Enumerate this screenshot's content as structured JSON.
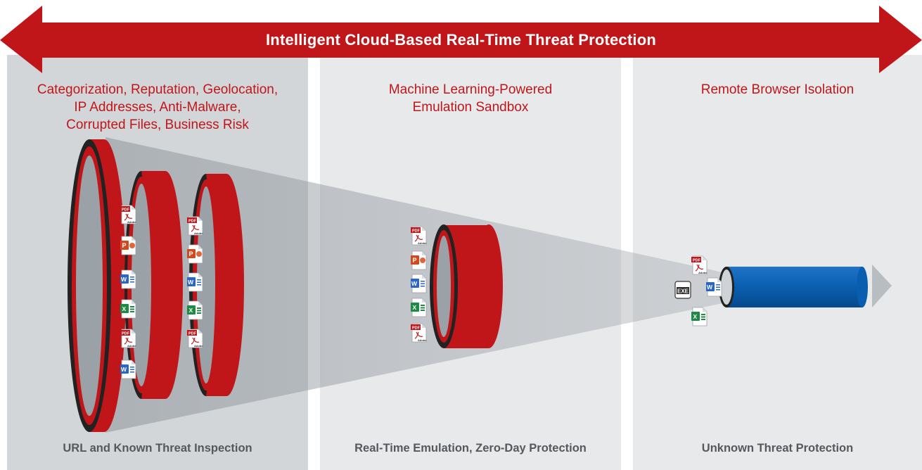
{
  "banner": {
    "title": "Intelligent Cloud-Based Real-Time Threat Protection"
  },
  "columns": [
    {
      "heading": "Categorization, Reputation, Geolocation,\nIP Addresses, Anti-Malware,\nCorrupted Files, Business Risk",
      "footer": "URL and Known Threat Inspection"
    },
    {
      "heading": "Machine Learning-Powered\nEmulation Sandbox",
      "footer": "Real-Time Emulation, Zero-Day Protection"
    },
    {
      "heading": "Remote Browser Isolation",
      "footer": "Unknown Threat Protection"
    }
  ],
  "file_icons": {
    "pdf_tag": "PDF",
    "pdf_brand": "Adobe",
    "ppt_letter": "P",
    "word_letter": "W",
    "excel_letter": "X",
    "exe_label": "EXE"
  },
  "colors": {
    "accent_red": "#c01619",
    "ring_dark": "#2a2a2a",
    "tube_blue": "#0a5eb0",
    "panel_dark": "#d3d6d9",
    "panel_light": "#e8e9eb"
  }
}
